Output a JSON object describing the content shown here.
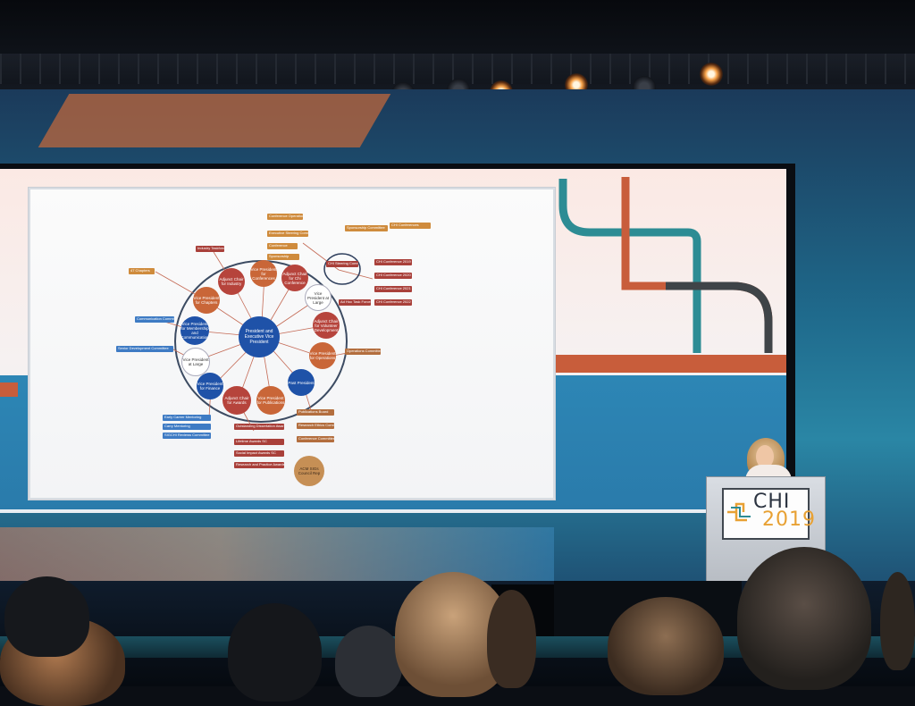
{
  "slide": {
    "center": "President and Executive Vice President",
    "ring_nodes": [
      {
        "label": "Adjunct Chair for Industry",
        "tone": "red"
      },
      {
        "label": "Vice President for Conferences",
        "tone": "orange"
      },
      {
        "label": "Adjunct Chair for Chi Conference",
        "tone": "red"
      },
      {
        "label": "Vice President at Large",
        "tone": "white"
      },
      {
        "label": "Adjunct Chair for Volunteer Development",
        "tone": "red"
      },
      {
        "label": "Vice President for Operations",
        "tone": "orange"
      },
      {
        "label": "Past President",
        "tone": "blue"
      },
      {
        "label": "Vice President for Publications",
        "tone": "orange"
      },
      {
        "label": "Adjunct Chair for Awards",
        "tone": "red"
      },
      {
        "label": "Vice President for Finance",
        "tone": "blue"
      },
      {
        "label": "Vice President at Large",
        "tone": "white"
      },
      {
        "label": "Vice President for Membership and Communication",
        "tone": "blue"
      },
      {
        "label": "Vice President for Chapters",
        "tone": "orange"
      }
    ],
    "chi_steering": "CHI Steering Committee",
    "acm_node": "ACM SIGs Council Rep",
    "side_boxes": {
      "top": [
        "Conference Operations Committee",
        "Executive Steering Committee",
        "Conference",
        "Sponsorship"
      ],
      "top_right": [
        "Sponsorship Committee",
        "CHI Conferences"
      ],
      "right": [
        "CHI Conference 2019 Committee",
        "CHI Conference 2020 Committee",
        "CHI Conference 2021 Committee",
        "CHI Conference 2022 Committee"
      ],
      "left": [
        "Industry Taskforce",
        "47 Chapters",
        "Communication Committee",
        "Senior Development Committee"
      ],
      "ops": "Operations Committee",
      "future": "Ad Hoc Task Forces",
      "bottom_left": [
        "Early Career Mentoring",
        "Carry Mentoring",
        "SIGCHI Reviews Committee"
      ],
      "bottom_center": [
        "Outstanding Dissertation Awards SC",
        "Lifetime Awards SC",
        "Social Impact Awards SC",
        "Research and Practice Awards SC"
      ],
      "bottom_right": [
        "Publications Board",
        "Research Ethics Committee",
        "Conference Committee"
      ]
    }
  },
  "podium": {
    "brand": "CHI",
    "year": "2019"
  },
  "colors": {
    "screen_bg": "#f6f1f1",
    "slide_stripe": "#c85d3b",
    "wall_blue": "#2a86a5",
    "chi_orange": "#e8a133"
  }
}
